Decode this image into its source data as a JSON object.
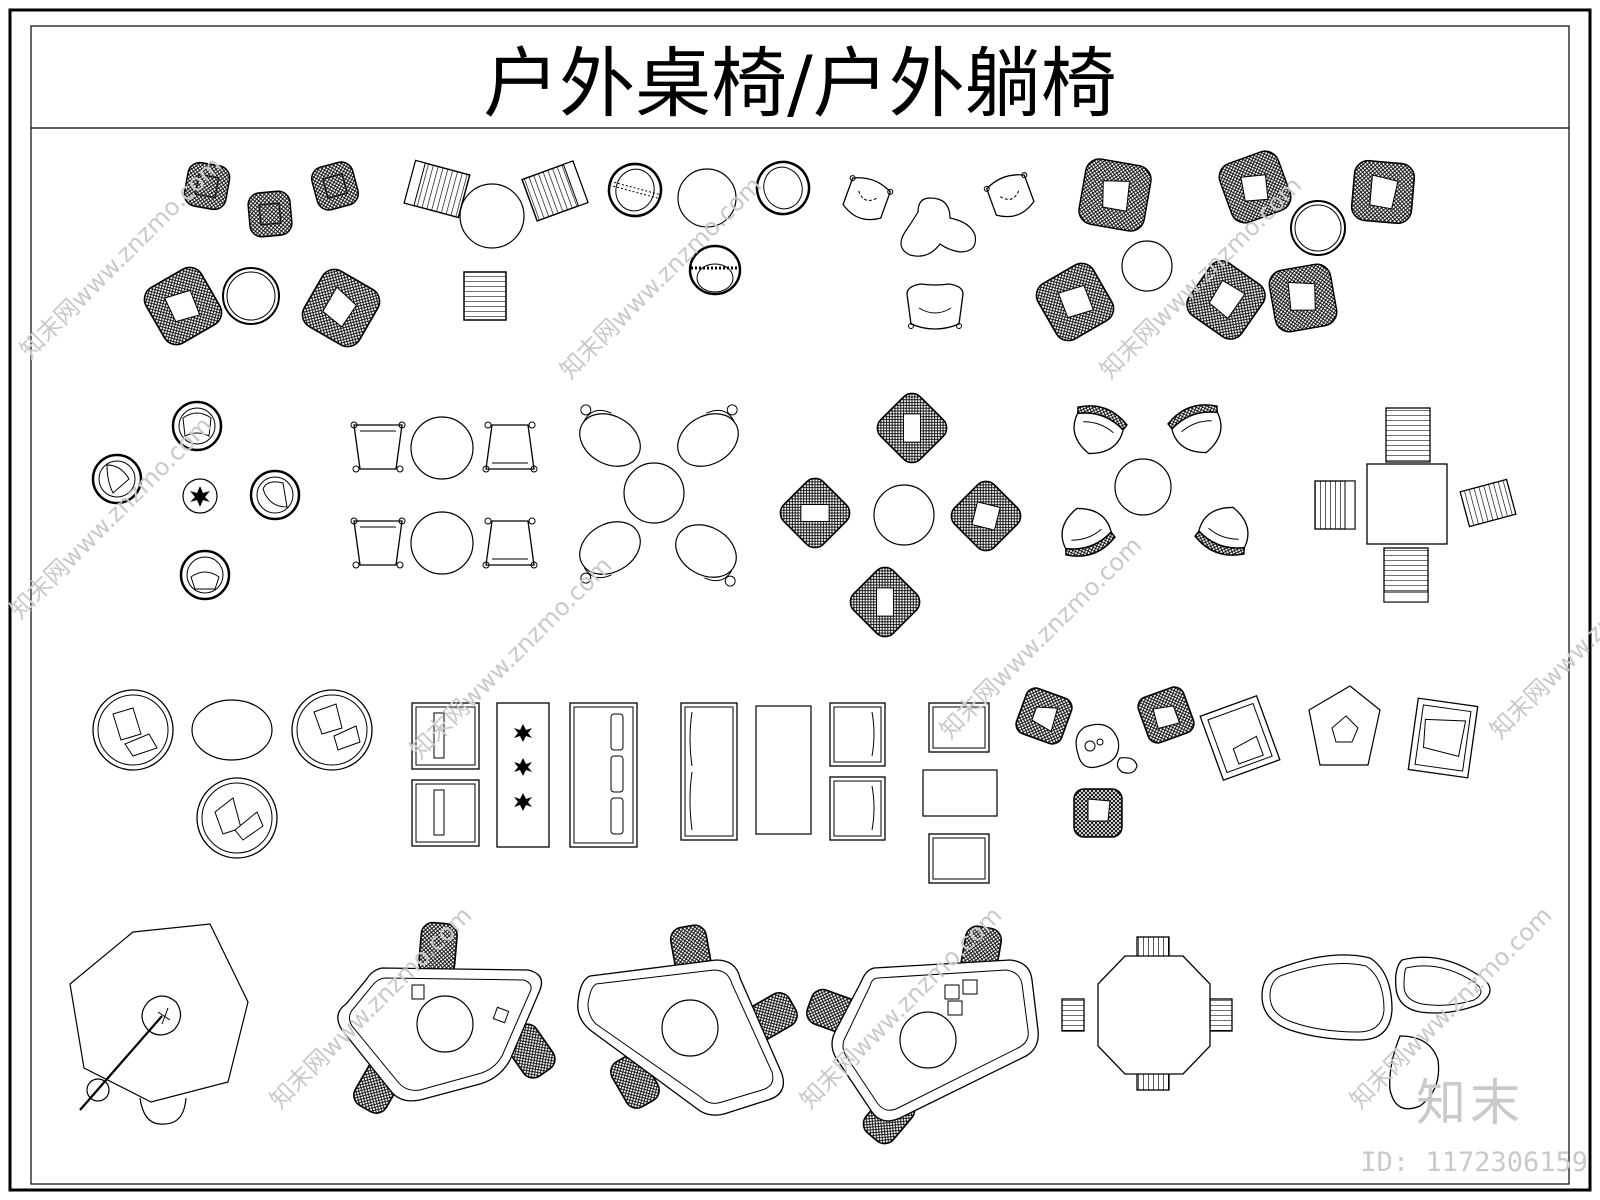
{
  "title": "户外桌椅/户外躺椅",
  "watermark": {
    "brand": "知末",
    "id_text": "ID: 1172306159",
    "diagonal_text": "知末网www.znzmo.com"
  },
  "colors": {
    "line": "#000000",
    "background": "#ffffff",
    "watermark": "#c9c9c9"
  }
}
